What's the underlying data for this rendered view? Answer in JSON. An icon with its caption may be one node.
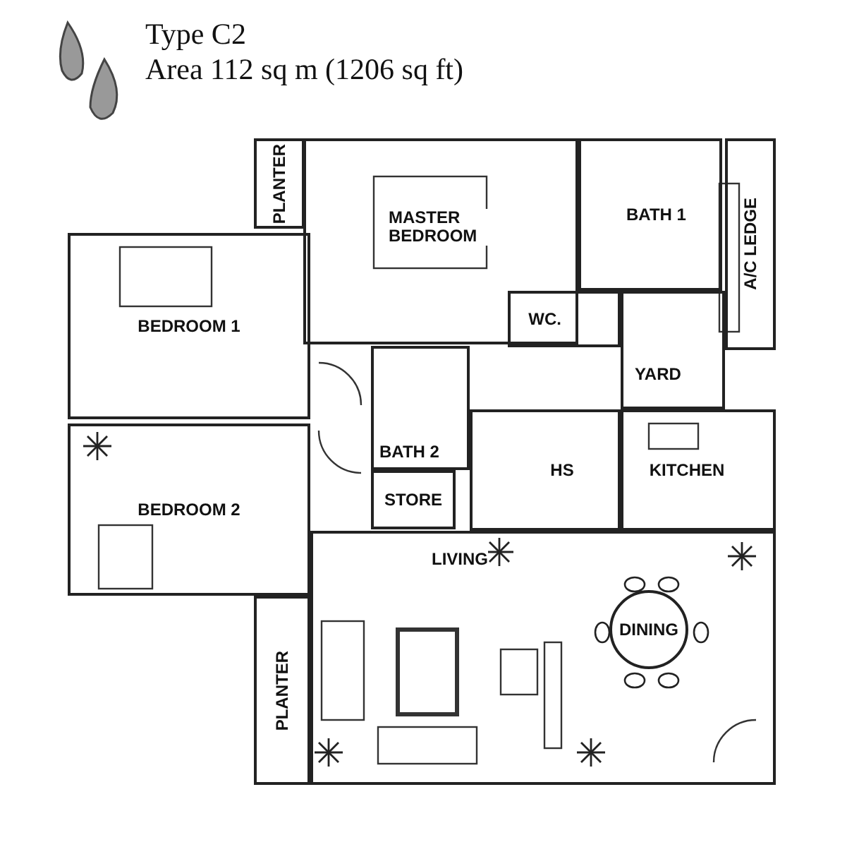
{
  "diagram": {
    "title": "Type C2",
    "nodes": [
      {
        "text": [
          "PLANTER"
        ]
      },
      {
        "text": [
          "MASTER BEDROOM"
        ]
      },
      {
        "text": [
          "BATH 1"
        ]
      },
      {
        "text": [
          "A/C LEDGE"
        ]
      },
      {
        "text": [
          "BEDROOM 1"
        ]
      },
      {
        "text": [
          "WC."
        ]
      },
      {
        "text": [
          "YARD"
        ]
      },
      {
        "text": [
          "BATH 2"
        ]
      },
      {
        "text": [
          "BEDROOM 2"
        ]
      },
      {
        "text": [
          "STORE"
        ]
      },
      {
        "text": [
          "HS"
        ]
      },
      {
        "text": [
          "KITCHEN"
        ]
      },
      {
        "text": [
          "LIVING"
        ]
      },
      {
        "text": [
          "DINING"
        ],
        "in": 12
      },
      {
        "text": [
          "PLANTER"
        ]
      }
    ],
    "labels": [
      "Area 112 sq m (1206 sq ft)"
    ]
  }
}
